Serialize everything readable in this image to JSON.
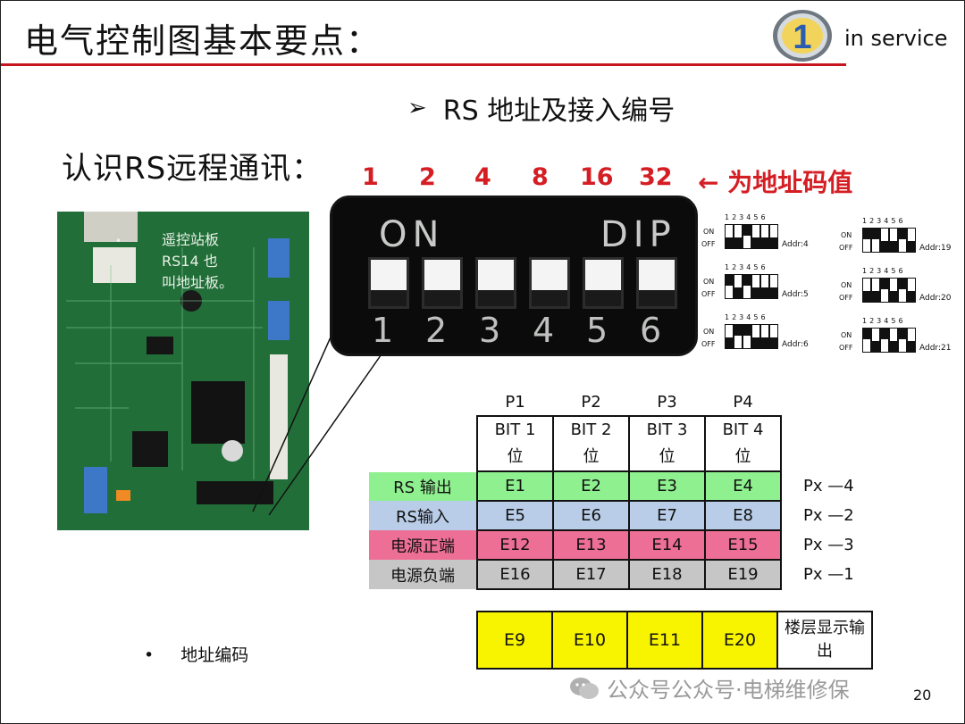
{
  "slide": {
    "title": "电气控制图基本要点：",
    "logo_text": "in service",
    "logo_digit": "1",
    "subtitle_bullet": "➢",
    "subtitle": "RS 地址及接入编号",
    "heading": "认识RS远程通讯：",
    "address_values": [
      "1",
      "2",
      "4",
      "8",
      "16",
      "32"
    ],
    "address_note": "← 为地址码值",
    "board_label_lines": [
      "遥控站板",
      "RS14 也",
      "叫地址板。"
    ],
    "board_bullet": "•",
    "dip_photo": {
      "on_label": "ON",
      "dip_label": "DIP",
      "switch_numbers": [
        "1",
        "2",
        "3",
        "4",
        "5",
        "6"
      ]
    },
    "dip_samples": {
      "on_label": "ON",
      "off_label": "OFF",
      "numbers": "123456",
      "left": [
        {
          "addr": "Addr:4",
          "states": [
            "off",
            "off",
            "on",
            "off",
            "off",
            "off"
          ]
        },
        {
          "addr": "Addr:5",
          "states": [
            "on",
            "off",
            "on",
            "off",
            "off",
            "off"
          ]
        },
        {
          "addr": "Addr:6",
          "states": [
            "off",
            "on",
            "on",
            "off",
            "off",
            "off"
          ]
        }
      ],
      "right": [
        {
          "addr": "Addr:19",
          "states": [
            "on",
            "on",
            "off",
            "off",
            "on",
            "off"
          ]
        },
        {
          "addr": "Addr:20",
          "states": [
            "off",
            "off",
            "on",
            "off",
            "on",
            "off"
          ]
        },
        {
          "addr": "Addr:21",
          "states": [
            "on",
            "off",
            "on",
            "off",
            "on",
            "off"
          ]
        }
      ]
    },
    "port_table": {
      "ports": [
        "P1",
        "P2",
        "P3",
        "P4"
      ],
      "bits": [
        {
          "line1": "BIT 1",
          "line2": "位"
        },
        {
          "line1": "BIT 2",
          "line2": "位"
        },
        {
          "line1": "BIT 3",
          "line2": "位"
        },
        {
          "line1": "BIT 4",
          "line2": "位"
        }
      ],
      "rows": [
        {
          "label": "RS 输出",
          "cells": [
            "E1",
            "E2",
            "E3",
            "E4"
          ],
          "suffix": "Px —4",
          "color": "#8ff08f"
        },
        {
          "label": "RS输入",
          "cells": [
            "E5",
            "E6",
            "E7",
            "E8"
          ],
          "suffix": "Px —2",
          "color": "#b9cde8"
        },
        {
          "label": "电源正端",
          "cells": [
            "E12",
            "E13",
            "E14",
            "E15"
          ],
          "suffix": "Px —3",
          "color": "#ee6f96"
        },
        {
          "label": "电源负端",
          "cells": [
            "E16",
            "E17",
            "E18",
            "E19"
          ],
          "suffix": "Px —1",
          "color": "#c6c6c6"
        }
      ]
    },
    "floor_table": {
      "cells": [
        "E9",
        "E10",
        "E11",
        "E20"
      ],
      "label": "楼层显示输出",
      "color": "#f8f400"
    },
    "bullet": {
      "dot": "•",
      "text": "地址编码"
    },
    "watermark": "公众号公众号·电梯维修保",
    "page_number": "20",
    "colors": {
      "title_rule": "#c8141c",
      "accent_red": "#d41e24"
    }
  }
}
